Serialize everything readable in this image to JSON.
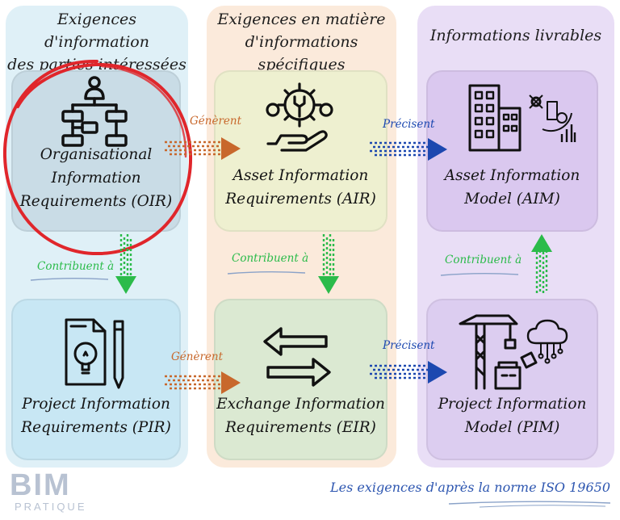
{
  "columns": [
    {
      "title_line1": "Exigences d'information",
      "title_line2": "des parties intéressées"
    },
    {
      "title_line1": "Exigences en matière",
      "title_line2": "d'informations spécifiques"
    },
    {
      "title_line1": "Informations livrables",
      "title_line2": ""
    }
  ],
  "cards": {
    "oir": {
      "line1": "Organisational",
      "line2": "Information",
      "line3": "Requirements (OIR)"
    },
    "air": {
      "line1": "Asset Information",
      "line2": "Requirements (AIR)"
    },
    "aim": {
      "line1": "Asset Information",
      "line2": "Model (AIM)"
    },
    "pir": {
      "line1": "Project Information",
      "line2": "Requirements (PIR)"
    },
    "eir": {
      "line1": "Exchange Information",
      "line2": "Requirements (EIR)"
    },
    "pim": {
      "line1": "Project Information",
      "line2": "Model (PIM)"
    }
  },
  "connectors": {
    "oir_air": "Génèrent",
    "pir_eir": "Génèrent",
    "air_aim": "Précisent",
    "eir_pim": "Précisent",
    "oir_pir": "Contribuent à",
    "air_eir": "Contribuent à",
    "pim_aim": "Contribuent à"
  },
  "footer": {
    "logo_top": "BIM",
    "logo_bottom": "PRATIQUE",
    "caption": "Les exigences d'après la norme ISO 19650"
  },
  "colors": {
    "generate": "#c8682c",
    "specify": "#1c48b0",
    "contribute": "#2bbb4a",
    "highlight_circle": "#e0262b"
  }
}
